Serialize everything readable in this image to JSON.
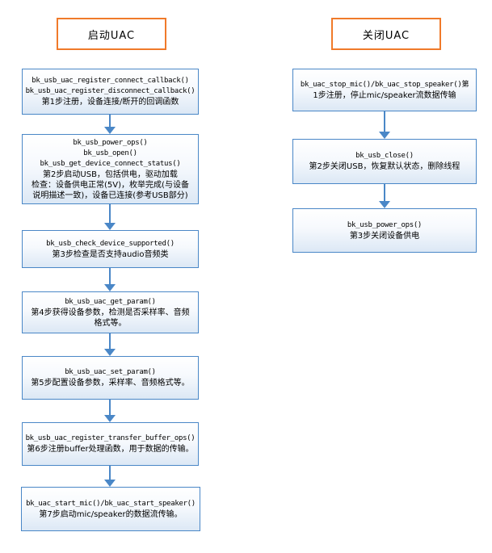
{
  "colors": {
    "box_border_blue": "#4a87c7",
    "box_fill_bottom": "#dce8f5",
    "title_border_orange": "#f07a2a",
    "text": "#000000",
    "background": "#ffffff"
  },
  "start_flow": {
    "title": "启动UAC",
    "steps": [
      {
        "lines": [
          "bk_usb_uac_register_connect_callback()",
          "bk_usb_uac_register_disconnect_callback()",
          "第1步注册，设备连接/断开的回调函数"
        ]
      },
      {
        "lines": [
          "bk_usb_power_ops()",
          "bk_usb_open()",
          "bk_usb_get_device_connect_status()",
          "第2步启动USB，包括供电，驱动加载",
          "检查：设备供电正常(5V)，枚举完成(与设备",
          "说明描述一致)，设备已连接(参考USB部分)"
        ]
      },
      {
        "lines": [
          "bk_usb_check_device_supported()",
          "第3步检查是否支持audio音频类"
        ]
      },
      {
        "lines": [
          "bk_usb_uac_get_param()",
          "第4步获得设备参数，检测是否采样率、音频",
          "格式等。"
        ]
      },
      {
        "lines": [
          "bk_usb_uac_set_param()",
          "第5步配置设备参数，采样率、音频格式等。"
        ]
      },
      {
        "lines": [
          "bk_usb_uac_register_transfer_buffer_ops()",
          "第6步注册buffer处理函数，用于数据的传输。"
        ]
      },
      {
        "lines": [
          "bk_uac_start_mic()/bk_uac_start_speaker()",
          "第7步启动mic/speaker的数据流传输。"
        ]
      }
    ]
  },
  "stop_flow": {
    "title": "关闭UAC",
    "steps": [
      {
        "lines": [
          "bk_uac_stop_mic()/bk_uac_stop_speaker()第",
          "1步注册，停止mic/speaker流数据传输"
        ]
      },
      {
        "lines": [
          "bk_usb_close()",
          "第2步关闭USB，恢复默认状态，删除线程"
        ]
      },
      {
        "lines": [
          "bk_usb_power_ops()",
          "第3步关闭设备供电"
        ]
      }
    ]
  }
}
